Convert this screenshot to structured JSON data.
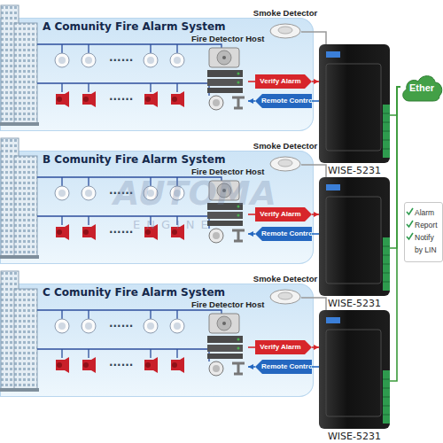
{
  "diagram": {
    "nodes": [
      {
        "text": [
          "A Comunity Fire Alarm System"
        ]
      },
      {
        "text": [
          "Fire Detector Host"
        ],
        "in": 0
      },
      {
        "text": [
          "Verify Alarm"
        ],
        "in": 0
      },
      {
        "text": [
          "Remote Control"
        ],
        "in": 0
      },
      {
        "text": [
          "Smoke Detector"
        ]
      },
      {
        "text": [
          "WISE-5231"
        ]
      },
      {
        "text": [
          "B Comunity Fire Alarm System"
        ]
      },
      {
        "text": [
          "Fire Detector Host"
        ],
        "in": 6
      },
      {
        "text": [
          "Verify Alarm"
        ],
        "in": 6
      },
      {
        "text": [
          "Remote Control"
        ],
        "in": 6
      },
      {
        "text": [
          "Smoke Detector"
        ]
      },
      {
        "text": [
          "WISE-5231"
        ]
      },
      {
        "text": [
          "C Comunity Fire Alarm System"
        ]
      },
      {
        "text": [
          "Fire Detector Host"
        ],
        "in": 12
      },
      {
        "text": [
          "Verify Alarm"
        ],
        "in": 12
      },
      {
        "text": [
          "Remote Control"
        ],
        "in": 12
      },
      {
        "text": [
          "Smoke Detector"
        ]
      },
      {
        "text": [
          "WISE-5231"
        ]
      },
      {
        "text": [
          "Ether"
        ]
      },
      {
        "text": [
          "Alarm",
          "Report",
          "Notify",
          "by LIN"
        ]
      }
    ],
    "edges": [
      {
        "from": 1,
        "to": 2,
        "arrow": "none"
      },
      {
        "from": 2,
        "to": 5,
        "arrow": "to"
      },
      {
        "from": 5,
        "to": 3,
        "arrow": "none"
      },
      {
        "from": 3,
        "to": 1,
        "arrow": "to"
      },
      {
        "from": 5,
        "to": 18,
        "arrow": "none"
      },
      {
        "from": 7,
        "to": 8,
        "arrow": "none"
      },
      {
        "from": 8,
        "to": 11,
        "arrow": "to"
      },
      {
        "from": 11,
        "to": 9,
        "arrow": "none"
      },
      {
        "from": 9,
        "to": 7,
        "arrow": "to"
      },
      {
        "from": 11,
        "to": 18,
        "arrow": "none"
      },
      {
        "from": 13,
        "to": 14,
        "arrow": "none"
      },
      {
        "from": 14,
        "to": 17,
        "arrow": "to"
      },
      {
        "from": 17,
        "to": 15,
        "arrow": "none"
      },
      {
        "from": 15,
        "to": 13,
        "arrow": "to"
      },
      {
        "from": 17,
        "to": 18,
        "arrow": "none"
      }
    ],
    "labels": [
      "......",
      "......",
      "......",
      "......",
      "AUTOMA",
      "ENGINE",
      "......",
      "......"
    ]
  }
}
